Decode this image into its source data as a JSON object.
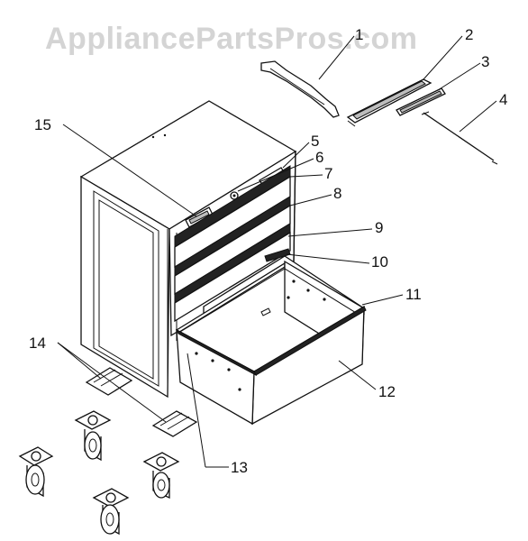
{
  "watermark": "AppliancePartsPros.com",
  "callouts": {
    "c1": "1",
    "c2": "2",
    "c3": "3",
    "c4": "4",
    "c5": "5",
    "c6": "6",
    "c7": "7",
    "c8": "8",
    "c9": "9",
    "c10": "10",
    "c11": "11",
    "c12": "12",
    "c13": "13",
    "c14": "14",
    "c15": "15"
  }
}
